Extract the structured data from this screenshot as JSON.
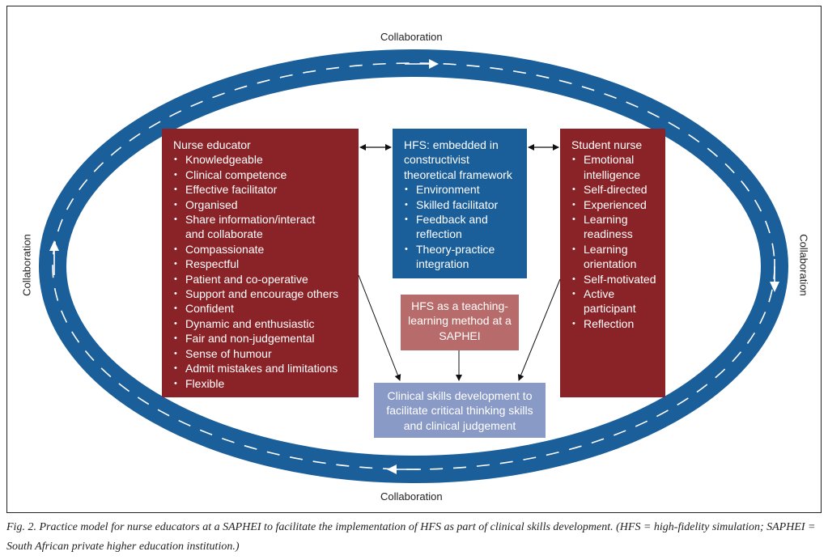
{
  "figure": {
    "ring_label_top": "Collaboration",
    "ring_label_bottom": "Collaboration",
    "ring_label_left": "Collaboration",
    "ring_label_right": "Collaboration",
    "colors": {
      "ring": "#1a5e9a",
      "maroon": "#8a2328",
      "hfs_blue": "#1a5e9a",
      "teaching_rose": "#b86b6b",
      "clinical_lavender": "#8a9ac6"
    }
  },
  "nurse_educator": {
    "title": "Nurse educator",
    "items": [
      "Knowledgeable",
      "Clinical competence",
      "Effective facilitator",
      "Organised",
      "Share information/interact and collaborate",
      "Compassionate",
      "Respectful",
      "Patient and co-operative",
      "Support and encourage others",
      "Confident",
      "Dynamic and enthusiastic",
      "Fair and non-judgemental",
      "Sense of humour",
      "Admit mistakes and limitations",
      "Flexible"
    ]
  },
  "hfs_framework": {
    "title": "HFS: embedded in constructivist theoretical framework",
    "items": [
      "Environment",
      "Skilled facilitator",
      "Feedback and reflection",
      "Theory-practice integration"
    ]
  },
  "student_nurse": {
    "title": "Student nurse",
    "items": [
      "Emotional intelligence",
      "Self-directed",
      "Experienced",
      "Learning readiness",
      "Learning orientation",
      "Self-motivated",
      "Active participant",
      "Reflection"
    ]
  },
  "teaching_method": {
    "text": "HFS as a teaching-learning method at a SAPHEI"
  },
  "clinical_skills": {
    "text": "Clinical skills development to facilitate critical thinking skills and clinical judgement"
  },
  "caption": "Fig. 2. Practice model for nurse educators at a SAPHEI to facilitate the implementation of HFS as part of clinical skills development. (HFS = high-fidelity simulation; SAPHEI = South African private higher education institution.)"
}
